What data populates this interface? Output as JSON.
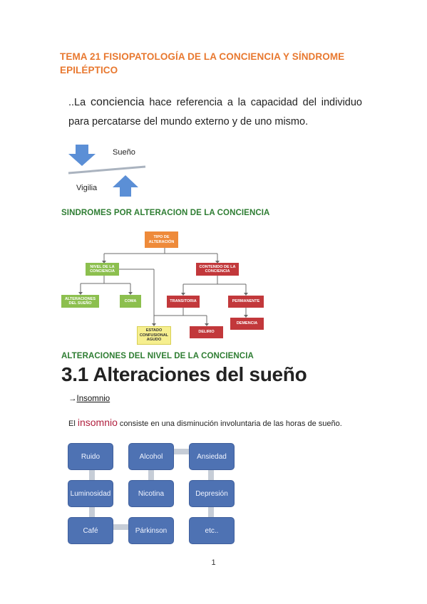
{
  "title": "TEMA 21 FISIOPATOLOGÍA DE LA CONCIENCIA Y SÍNDROME EPILÉPTICO",
  "intro": {
    "prefix": "..La ",
    "keyword": "conciencia",
    "rest": " hace referencia a la capacidad del individuo para percatarse del mundo externo y de uno mismo."
  },
  "balance": {
    "top_label": "Sueño",
    "bottom_label": "Vigilia"
  },
  "section1": "SINDROMES POR ALTERACION DE LA CONCIENCIA",
  "tree": {
    "root": "TIPO DE ALTERACIÓN",
    "nivel": "NIVEL DE LA CONCIENCIA",
    "contenido": "CONTENIDO DE LA CONCIENCIA",
    "alteraciones": "ALTERACIONES DEL SUEÑO",
    "coma": "COMA",
    "transitoria": "TRANSITORIA",
    "permanente": "PERMANENTE",
    "estado": "ESTADO CONFUSIONAL AGUDO",
    "delirio": "DELIRIO",
    "demencia": "DEMENCIA"
  },
  "section2": "ALTERACIONES DEL NIVEL DE LA CONCIENCIA",
  "heading": "3.1 Alteraciones del sueño",
  "insomnio_link": {
    "arrow": "→",
    "text": "Insomnio"
  },
  "definition": {
    "prefix": "El ",
    "keyword": "insomnio",
    "rest": " consiste en una disminución involuntaria de las horas de sueño."
  },
  "causes": [
    "Ruido",
    "Alcohol",
    "Ansiedad",
    "Luminosidad",
    "Nicotina",
    "Depresión",
    "Café",
    "Párkinson",
    "etc.."
  ],
  "page_number": "1",
  "colors": {
    "title": "#e8782f",
    "section": "#2e7d32",
    "keyword": "#b1203f",
    "box": "#4e72b3"
  }
}
